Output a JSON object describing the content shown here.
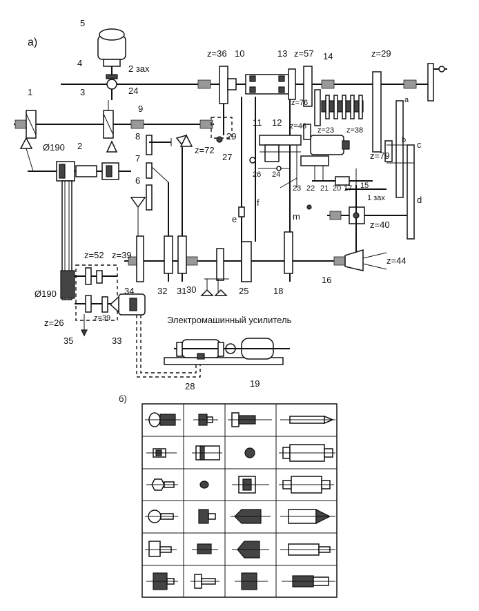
{
  "section_a": {
    "label": "а)"
  },
  "section_b": {
    "label": "б)"
  },
  "amplifier_title": "Электромашинный усилитель",
  "labels": {
    "n1": "1",
    "n2": "2",
    "n3": "3",
    "n4": "4",
    "n5": "5",
    "n6": "6",
    "n7": "7",
    "n8": "8",
    "n9": "9",
    "n10": "10",
    "n11": "11",
    "n12": "12",
    "n13": "13",
    "n14": "14",
    "n15": "15",
    "n16": "16",
    "n17": "17",
    "n18": "18",
    "n19": "19",
    "n20": "20",
    "n21": "21",
    "n22": "22",
    "n23": "23",
    "n24a": "24",
    "n24b": "24",
    "n25": "25",
    "n26": "26",
    "n27": "27",
    "n28": "28",
    "n29": "29",
    "n30": "30",
    "n31": "31",
    "n32": "32",
    "n33": "33",
    "n34": "34",
    "n35": "35",
    "z36": "z=36",
    "z57": "z=57",
    "z29": "z=29",
    "z76": "z=76",
    "z46": "z=46",
    "z23": "z=23",
    "z38": "z=38",
    "z72": "z=72",
    "z79": "z=79",
    "z40": "z=40",
    "z44": "z=44",
    "z52": "z=52",
    "z39": "z=39",
    "z26": "z=26",
    "z39b": "z=39",
    "d190a": "Ø190",
    "d190b": "Ø190",
    "zah2": "2 зах",
    "zah1": "1 зах",
    "la": "a",
    "lb": "b",
    "lc": "c",
    "ld": "d",
    "le": "e",
    "lf": "f",
    "lm": "m"
  },
  "parts_table": {
    "rows": 6,
    "columns": 4
  }
}
